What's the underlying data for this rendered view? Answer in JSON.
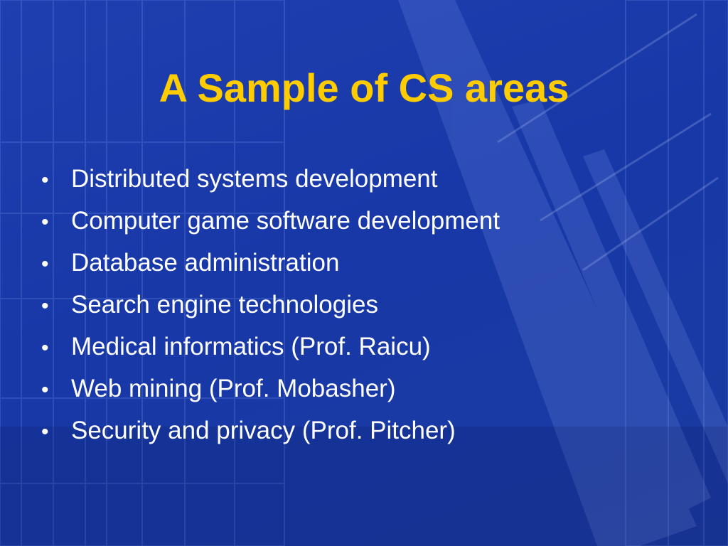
{
  "slide": {
    "title": "A Sample of CS areas",
    "bullet_glyph": "•",
    "bullets": [
      "Distributed systems development",
      "Computer game software development",
      "Database administration",
      "Search engine technologies",
      "Medical informatics (Prof. Raicu)",
      "Web mining (Prof. Mobasher)",
      "Security and privacy (Prof. Pitcher)"
    ]
  },
  "colors": {
    "background": "#1a3aa8",
    "title": "#FFCC00",
    "text": "#FFFFFF"
  }
}
